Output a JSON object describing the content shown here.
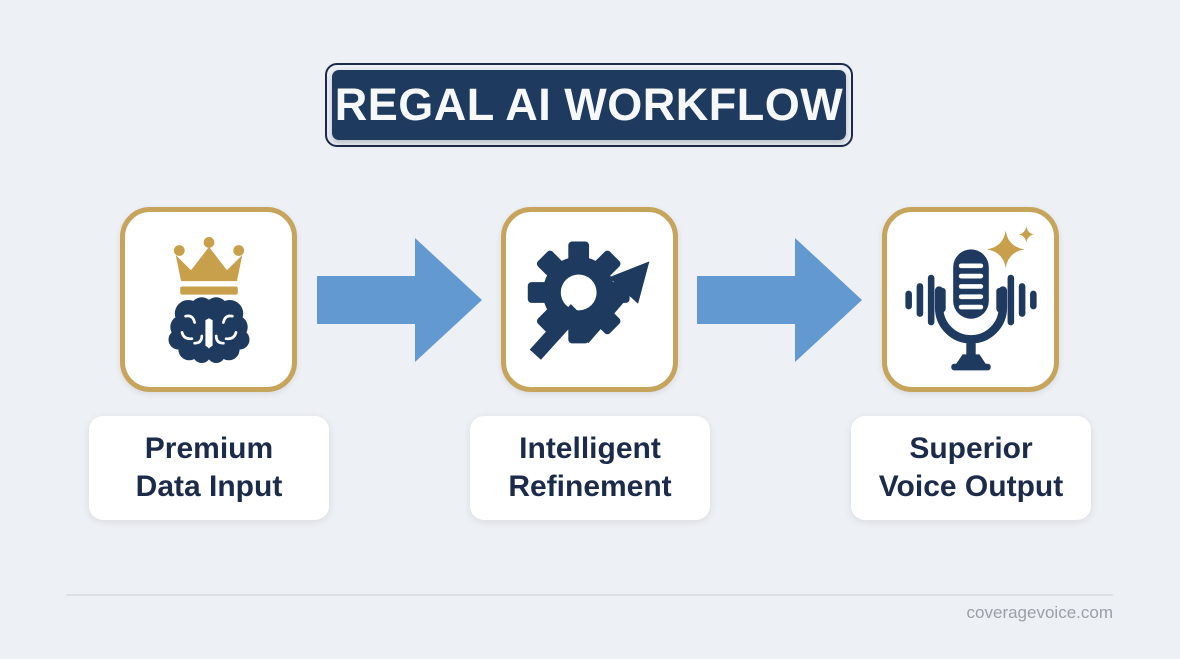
{
  "title": {
    "text": "REGAL AI WORKFLOW"
  },
  "steps": [
    {
      "icon": "crowned-brain-icon",
      "label_line1": "Premium",
      "label_line2": "Data Input"
    },
    {
      "icon": "gear-growth-arrow-icon",
      "label_line1": "Intelligent",
      "label_line2": "Refinement"
    },
    {
      "icon": "microphone-sparkle-icon",
      "label_line1": "Superior",
      "label_line2": "Voice Output"
    }
  ],
  "connectors": [
    {
      "icon": "right-arrow-icon"
    },
    {
      "icon": "right-arrow-icon"
    }
  ],
  "footer": {
    "watermark": "coveragevoice.com"
  },
  "colors": {
    "background": "#edf0f4",
    "navy": "#1e3a5f",
    "navy_dark": "#1c2b4a",
    "gold": "#c6a45c",
    "gold_deep": "#c8a04b",
    "arrow_blue": "#6399d1",
    "card_white": "#ffffff",
    "label_text": "#1c2b4a",
    "footer_text": "#9aa0a8",
    "divider": "#dcdfe3"
  }
}
